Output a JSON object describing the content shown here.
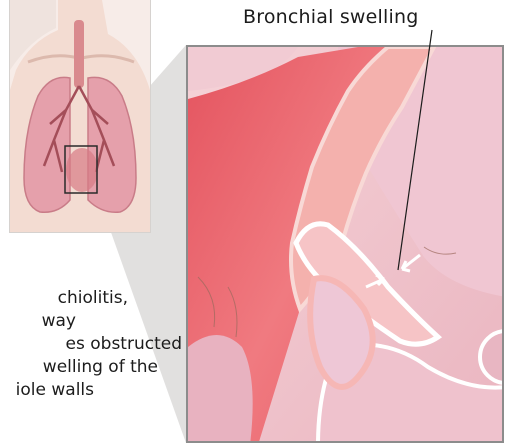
{
  "callout": {
    "label": "Bronchial swelling"
  },
  "caption": {
    "lines": [
      "chiolitis,",
      "way",
      "es obstructed",
      "welling of the",
      "iole walls"
    ]
  },
  "colors": {
    "skin": "#f3dcd2",
    "lung": "#e5a0ab",
    "airway": "#e8666f",
    "tissue": "#f2c8cc",
    "wall": "#f4b1ad",
    "frame": "#8c8c8c"
  },
  "illustration": {
    "inset_subject": "torso-with-lungs",
    "detail_subject": "bronchiole-cross-section"
  }
}
